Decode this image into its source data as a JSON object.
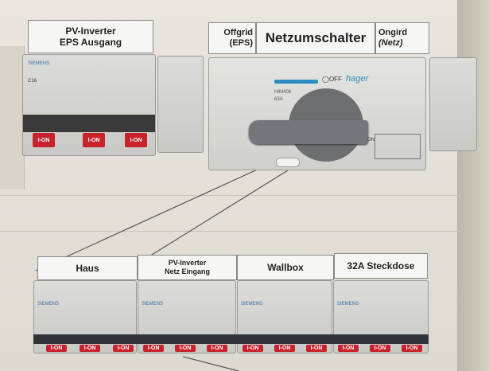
{
  "top_labels": {
    "pv_inverter_eps": [
      "PV-Inverter",
      "EPS Ausgang"
    ],
    "offgrid": [
      "Offgrid",
      "(EPS)"
    ],
    "switch_title": "Netzumschalter",
    "ongrid": [
      "Ongird",
      "(Netz)"
    ]
  },
  "switch": {
    "brand": "hager",
    "off_label": "OFF",
    "model": "HIM406",
    "rating": "63A",
    "on_label": "ON",
    "position": "ON"
  },
  "breaker_brand": "SIEMENS",
  "top_breaker": {
    "spec": "C16",
    "handles": [
      "I-ON",
      "I-ON",
      "I-ON"
    ]
  },
  "bottom_labels": [
    {
      "lines": [
        "Haus"
      ]
    },
    {
      "lines": [
        "PV-Inverter",
        "Netz Eingang"
      ]
    },
    {
      "lines": [
        "Wallbox"
      ]
    },
    {
      "lines": [
        "32A Steckdose"
      ]
    }
  ],
  "bottom_handles": [
    "I-ON",
    "I-ON",
    "I-ON",
    "I-ON",
    "I-ON",
    "I-ON",
    "I-ON",
    "I-ON",
    "I-ON",
    "I-ON",
    "I-ON",
    "I-ON"
  ],
  "colors": {
    "handle_red": "#c8232c",
    "hager_blue": "#2a8fc0",
    "switch_knob": "#6c6e70"
  }
}
